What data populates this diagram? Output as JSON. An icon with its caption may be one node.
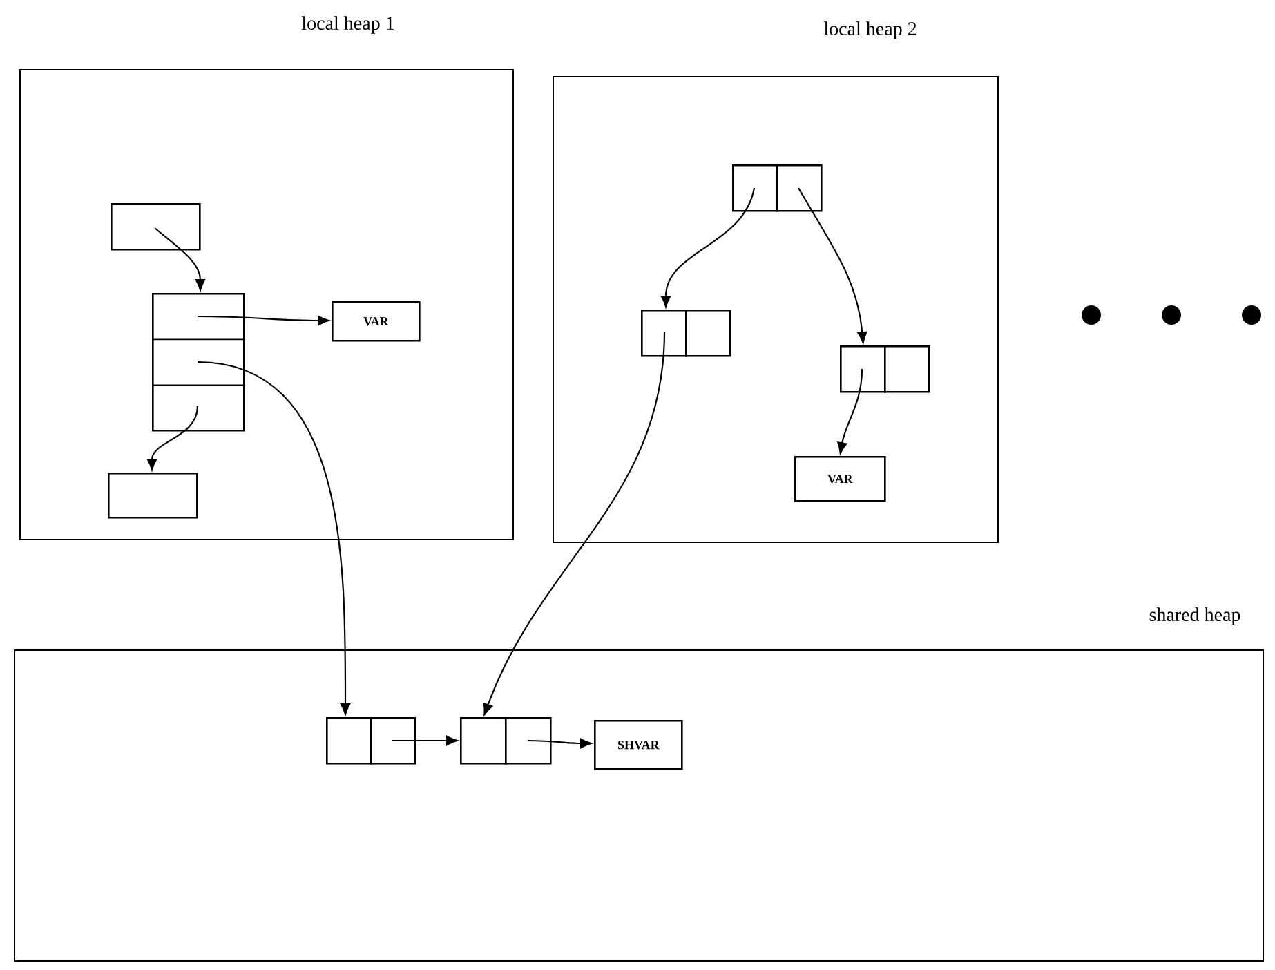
{
  "diagram": {
    "nodes": [
      {
        "text": [
          "local heap 1"
        ]
      },
      {
        "text": [],
        "shape": "box",
        "in": 0
      },
      {
        "text": [],
        "shape": "box",
        "in": 0
      },
      {
        "text": [
          "VAR"
        ],
        "in": 0
      },
      {
        "text": [],
        "shape": "box",
        "in": 0
      },
      {
        "text": [
          "local heap 2"
        ]
      },
      {
        "text": [],
        "shape": "box",
        "in": 5
      },
      {
        "text": [],
        "shape": "box",
        "in": 5
      },
      {
        "text": [],
        "shape": "box",
        "in": 5
      },
      {
        "text": [
          "VAR"
        ],
        "in": 5
      },
      {
        "text": [
          "shared heap"
        ]
      },
      {
        "text": [],
        "shape": "box",
        "in": 10
      },
      {
        "text": [],
        "shape": "box",
        "in": 10
      },
      {
        "text": [
          "SHVAR"
        ],
        "in": 10
      }
    ],
    "edges": [
      {
        "from": 1,
        "to": 2,
        "arrow": "to"
      },
      {
        "from": 2,
        "to": 3,
        "arrow": "to"
      },
      {
        "from": 2,
        "to": 11,
        "arrow": "to"
      },
      {
        "from": 2,
        "to": 4,
        "arrow": "to"
      },
      {
        "from": 6,
        "to": 7,
        "arrow": "to"
      },
      {
        "from": 6,
        "to": 8,
        "arrow": "to"
      },
      {
        "from": 8,
        "to": 9,
        "arrow": "to"
      },
      {
        "from": 7,
        "to": 12,
        "arrow": "to"
      },
      {
        "from": 11,
        "to": 12,
        "arrow": "to"
      },
      {
        "from": 12,
        "to": 13,
        "arrow": "to"
      }
    ]
  }
}
